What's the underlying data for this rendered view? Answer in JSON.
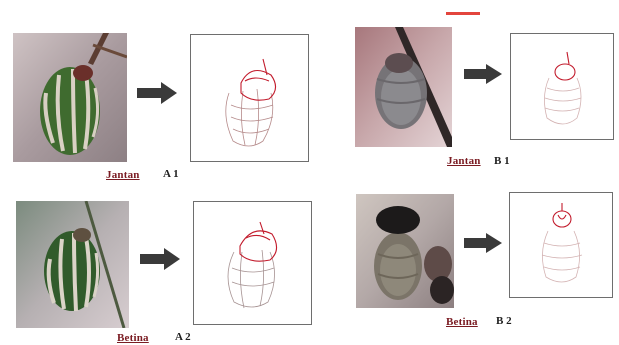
{
  "panels": [
    {
      "id": "a1",
      "word": "Jantan",
      "code": "A 1"
    },
    {
      "id": "b1",
      "word": "Jantan",
      "code": "B 1"
    },
    {
      "id": "a2",
      "word": "Betina",
      "code": "A 2"
    },
    {
      "id": "b2",
      "word": "Betina",
      "code": "B 2"
    }
  ],
  "colors": {
    "arrow": "#3a3a3a",
    "sketch_head": "#c21b2c",
    "sketch_body": "#b58a8a",
    "label_word": "#7a1b22",
    "accent_mark": "#e3453d"
  },
  "icons": {
    "arrow": "right-arrow-icon"
  }
}
